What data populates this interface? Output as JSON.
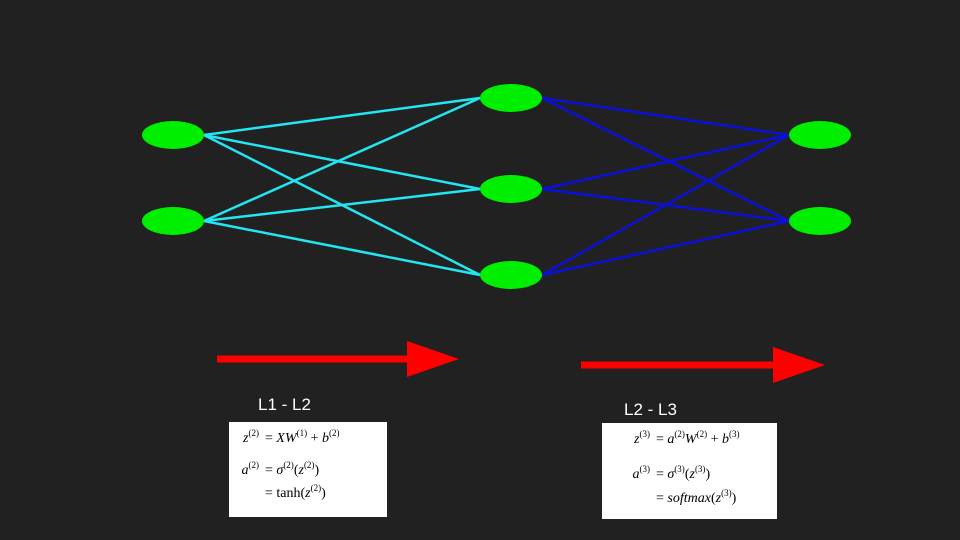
{
  "colors": {
    "background": "#212121",
    "node": "#00ee00",
    "edges_l1_l2": "#22e6f2",
    "edges_l2_l3": "#0a10d8",
    "arrow": "#ff0000"
  },
  "network": {
    "layers": [
      {
        "name": "L1",
        "nodes": 2
      },
      {
        "name": "L2",
        "nodes": 3
      },
      {
        "name": "L3",
        "nodes": 2
      }
    ],
    "connections": "fully-connected"
  },
  "sections": [
    {
      "label": "L1 - L2",
      "equations": [
        {
          "lhs_base": "z",
          "lhs_sup": "(2)",
          "rhs": [
            [
              "=",
              ""
            ],
            [
              " ",
              ""
            ],
            [
              "XW",
              "it"
            ],
            [
              "(1)",
              "sup"
            ],
            [
              " + ",
              ""
            ],
            [
              "b",
              "it"
            ],
            [
              "(2)",
              "sup"
            ]
          ]
        },
        {
          "lhs_base": "a",
          "lhs_sup": "(2)",
          "rhs": [
            [
              "=",
              ""
            ],
            [
              " ",
              ""
            ],
            [
              "σ",
              "it"
            ],
            [
              "(2)",
              "sup"
            ],
            [
              "(",
              ""
            ],
            [
              "z",
              "it"
            ],
            [
              "(2)",
              "sup"
            ],
            [
              ")",
              ""
            ]
          ]
        },
        {
          "lhs_base": "",
          "lhs_sup": "",
          "rhs": [
            [
              "=",
              ""
            ],
            [
              " tanh(",
              ""
            ],
            [
              "z",
              "it"
            ],
            [
              "(2)",
              "sup"
            ],
            [
              ")",
              ""
            ]
          ]
        }
      ]
    },
    {
      "label": "L2 - L3",
      "equations": [
        {
          "lhs_base": "z",
          "lhs_sup": "(3)",
          "rhs": [
            [
              "=",
              ""
            ],
            [
              " ",
              ""
            ],
            [
              "a",
              "it"
            ],
            [
              "(2)",
              "sup"
            ],
            [
              "W",
              "it"
            ],
            [
              "(2)",
              "sup"
            ],
            [
              " + ",
              ""
            ],
            [
              "b",
              "it"
            ],
            [
              "(3)",
              "sup"
            ]
          ]
        },
        {
          "lhs_base": "a",
          "lhs_sup": "(3)",
          "rhs": [
            [
              "=",
              ""
            ],
            [
              " ",
              ""
            ],
            [
              "σ",
              "it"
            ],
            [
              "(3)",
              "sup"
            ],
            [
              "(",
              ""
            ],
            [
              "z",
              "it"
            ],
            [
              "(3)",
              "sup"
            ],
            [
              ")",
              ""
            ]
          ]
        },
        {
          "lhs_base": "",
          "lhs_sup": "",
          "rhs": [
            [
              "=",
              ""
            ],
            [
              " ",
              ""
            ],
            [
              "softmax",
              "it"
            ],
            [
              "(",
              ""
            ],
            [
              "z",
              "it"
            ],
            [
              "(3)",
              "sup"
            ],
            [
              ")",
              ""
            ]
          ]
        }
      ]
    }
  ]
}
